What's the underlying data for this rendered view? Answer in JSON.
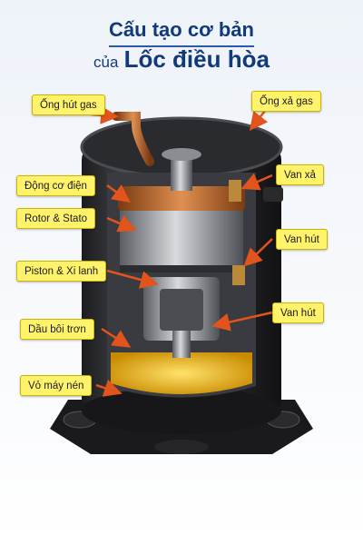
{
  "title": {
    "line1": "Cấu tạo cơ bản",
    "line2_prefix": "của",
    "line2_main": "Lốc điều hòa"
  },
  "labels": {
    "suction_pipe": "Ống hút gas",
    "discharge_pipe": "Ống xả gas",
    "motor": "Động cơ điện",
    "discharge_valve": "Van xả",
    "rotor_stator": "Rotor & Stato",
    "suction_valve_upper": "Van hút",
    "piston_cylinder": "Piston & Xi lanh",
    "suction_valve_lower": "Van hút",
    "lubricating_oil": "Dầu bôi trơn",
    "compressor_shell": "Vỏ máy nén"
  },
  "colors": {
    "title": "#123a7a",
    "label_bg": "#fff36b",
    "arrow": "#e2541c",
    "oil": "#f2b807",
    "copper": "#c86a2b"
  }
}
